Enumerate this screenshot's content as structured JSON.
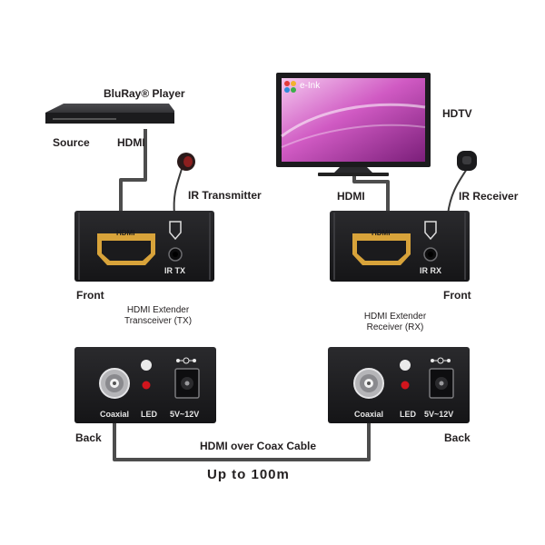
{
  "source_device": {
    "name": "BluRay® Player",
    "source_label": "Source",
    "port_label": "HDMI"
  },
  "display": {
    "name": "HDTV",
    "brand": "e-Ink",
    "port_label": "HDMI"
  },
  "ir": {
    "transmitter_label": "IR Transmitter",
    "receiver_label": "IR Receiver"
  },
  "tx_unit": {
    "name_line1": "HDMI Extender",
    "name_line2": "Transceiver (TX)",
    "front_label": "Front",
    "back_label": "Back",
    "hdmi_port": "HDMI",
    "ir_port": "IR TX",
    "coaxial": "Coaxial",
    "led": "LED",
    "power": "5V~12V"
  },
  "rx_unit": {
    "name_line1": "HDMI Extender",
    "name_line2": "Receiver (RX)",
    "front_label": "Front",
    "back_label": "Back",
    "hdmi_port": "HDMI",
    "ir_port": "IR RX",
    "coaxial": "Coaxial",
    "led": "LED",
    "power": "5V~12V"
  },
  "cable": {
    "label": "HDMI over Coax Cable",
    "distance": "Up to 100m"
  },
  "colors": {
    "cable": "#4d4d4d",
    "device_body": "#1b1b1d",
    "hdmi_port": "#d8a33a",
    "led": "#d2151d",
    "screen": "#c64bb8"
  }
}
